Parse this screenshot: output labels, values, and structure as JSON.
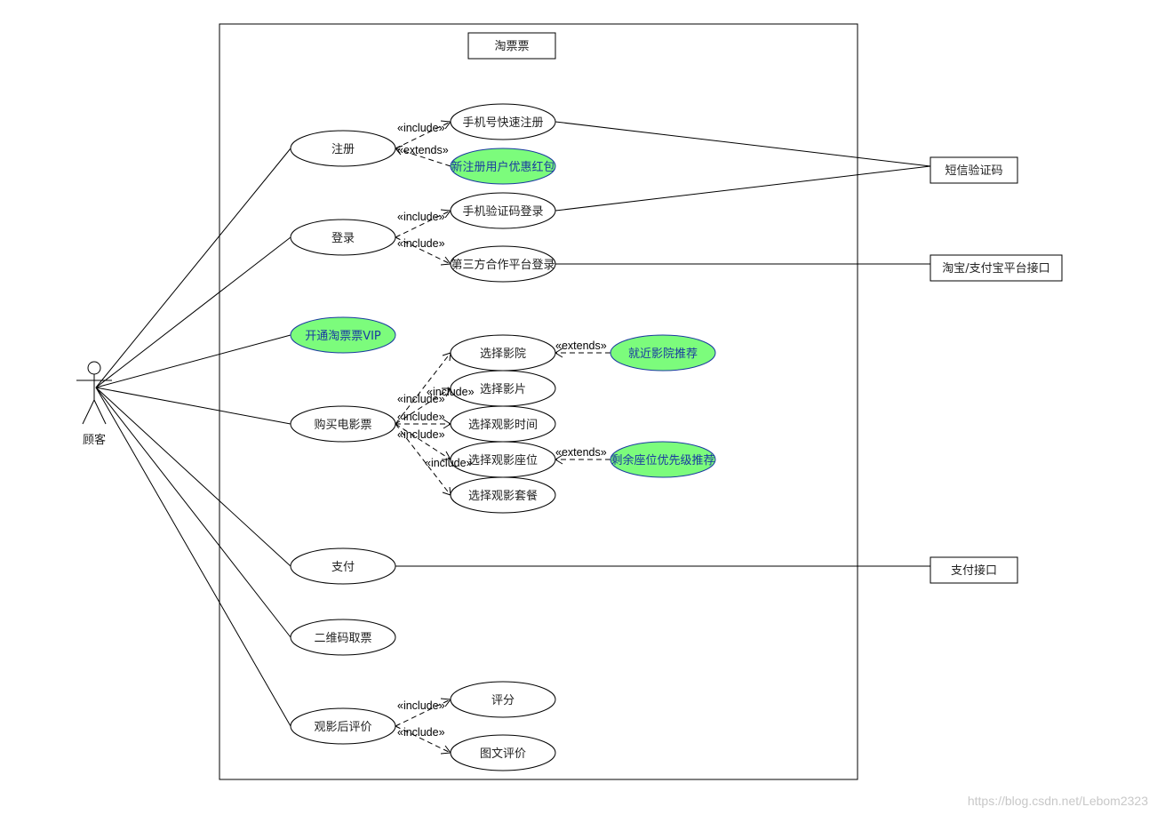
{
  "system": {
    "title": "淘票票"
  },
  "actor": {
    "name": "顾客"
  },
  "use_cases": {
    "register": "注册",
    "phone_quick_register": "手机号快速注册",
    "new_user_red_packet": "新注册用户优惠红包",
    "login": "登录",
    "phone_code_login": "手机验证码登录",
    "third_party_login": "第三方合作平台登录",
    "open_vip": "开通淘票票VIP",
    "buy_ticket": "购买电影票",
    "select_cinema": "选择影院",
    "nearby_cinema": "就近影院推荐",
    "select_movie": "选择影片",
    "select_time": "选择观影时间",
    "select_seat": "选择观影座位",
    "remaining_seat_priority": "剩余座位优先级推荐",
    "select_combo": "选择观影套餐",
    "pay": "支付",
    "qr_ticket": "二维码取票",
    "post_review": "观影后评价",
    "rating": "评分",
    "text_image_review": "图文评价"
  },
  "external_systems": {
    "sms": "短信验证码",
    "taobao_alipay": "淘宝/支付宝平台接口",
    "payment": "支付接口"
  },
  "stereotypes": {
    "include": "«include»",
    "extends": "«extends»"
  },
  "colors": {
    "highlight_fill": "#7cfc7c",
    "highlight_stroke": "#1a3aa0"
  },
  "watermark": "https://blog.csdn.net/Lebom2323"
}
